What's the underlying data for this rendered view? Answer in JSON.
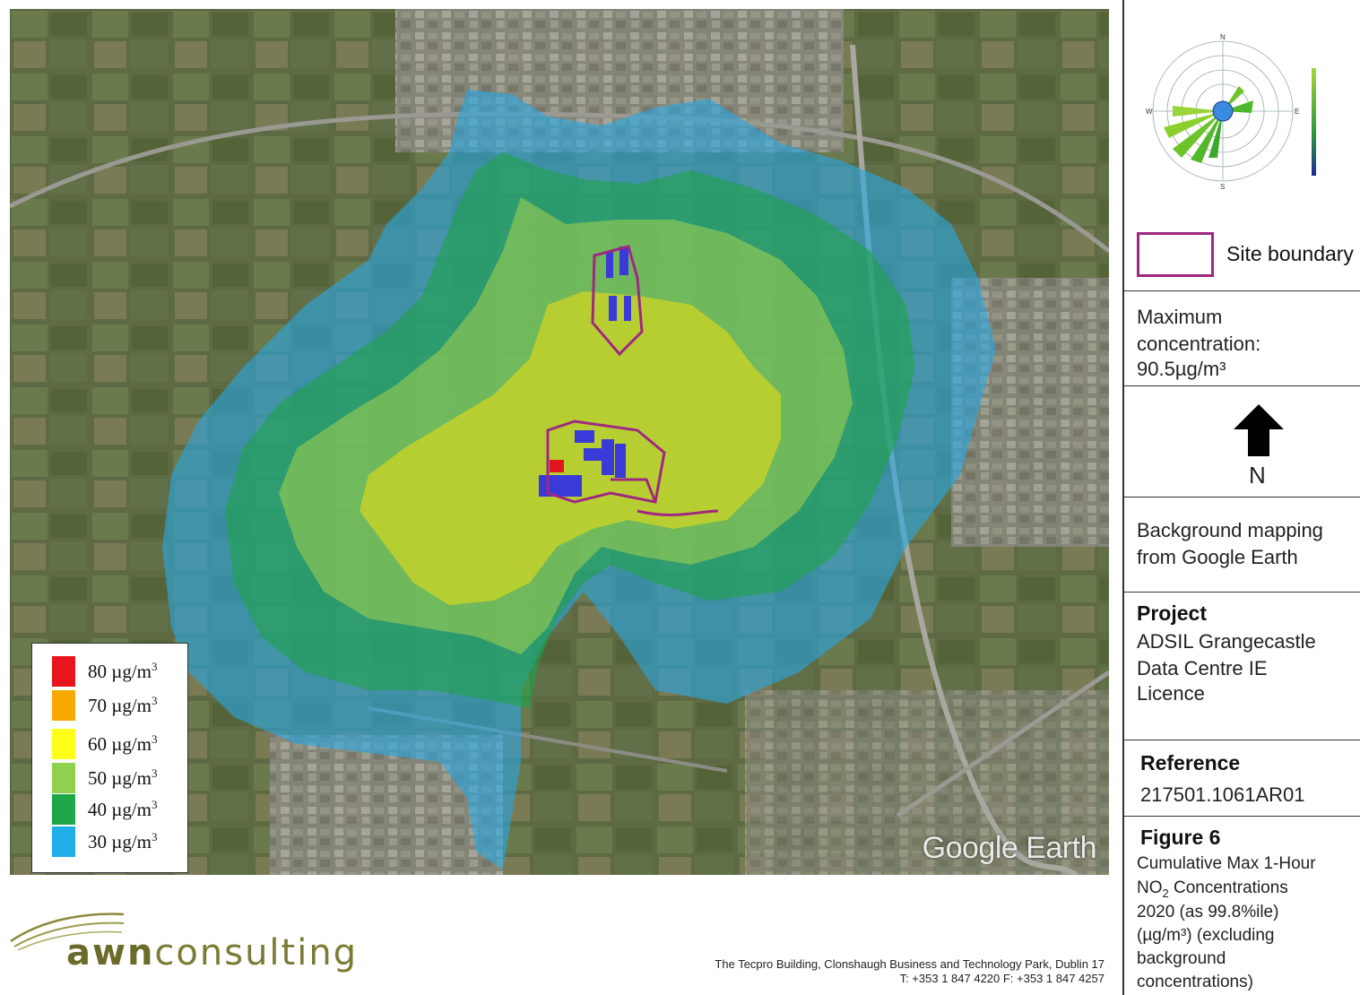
{
  "legend": {
    "items": [
      {
        "value": "80 µg/m",
        "sup": "3",
        "color": "#e8151c"
      },
      {
        "value": "70 µg/m",
        "sup": "3",
        "color": "#f7a900"
      },
      {
        "value": "60 µg/m",
        "sup": "3",
        "color": "#ffff1a"
      },
      {
        "value": "50 µg/m",
        "sup": "3",
        "color": "#8fd14f"
      },
      {
        "value": "40 µg/m",
        "sup": "3",
        "color": "#1fa64a"
      },
      {
        "value": "30 µg/m",
        "sup": "3",
        "color": "#1eaee8"
      }
    ]
  },
  "map": {
    "watermark": "Google Earth",
    "contour_colors": {
      "c30": "#2aa7e0",
      "c40": "#20a24c",
      "c50": "#a8d24e",
      "c60": "#e4dc18"
    },
    "site_boundary_color": "#a02880"
  },
  "sidebar": {
    "wind_rose": {
      "north": "N",
      "south": "S",
      "east": "E",
      "west": "W"
    },
    "site_boundary_label": "Site boundary",
    "max_concentration": {
      "line1": "Maximum",
      "line2": "concentration:",
      "line3": "90.5µg/m³"
    },
    "north_label": "N",
    "background": {
      "line1": "Background mapping",
      "line2": "from Google Earth"
    },
    "project": {
      "heading": "Project",
      "line1": "ADSIL Grangecastle",
      "line2": "Data Centre IE",
      "line3": "Licence"
    },
    "reference": {
      "heading": "Reference",
      "value": "217501.1061AR01"
    },
    "figure": {
      "heading": "Figure 6",
      "line1": "Cumulative Max 1-Hour",
      "line2_pre": "NO",
      "line2_sub": "2",
      "line2_post": " Concentrations",
      "line3": "2020 (as 99.8%ile)",
      "line4": "(µg/m³) (excluding",
      "line5": "background",
      "line6": "concentrations)"
    }
  },
  "footer": {
    "logo_awn": "awn",
    "logo_consulting": "consulting",
    "address_line1": "The Tecpro Building, Clonshaugh Business and Technology Park, Dublin 17",
    "address_line2": "T: +353 1 847 4220    F: +353 1 847 4257"
  }
}
